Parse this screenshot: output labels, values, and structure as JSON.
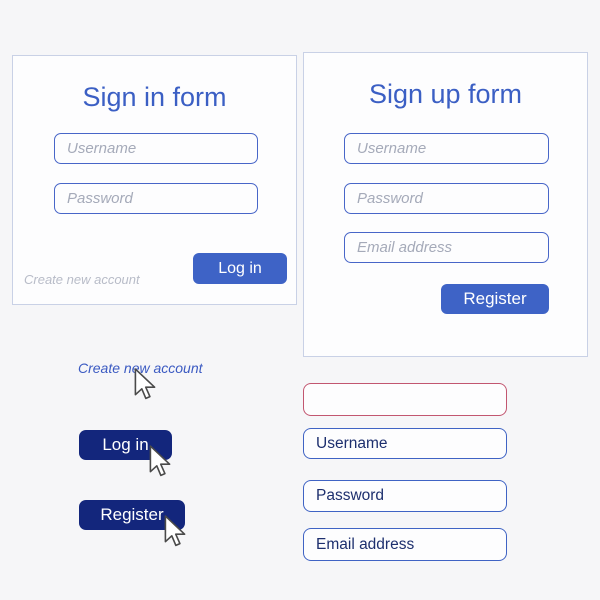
{
  "colors": {
    "title_blue": "#3b5fc4",
    "accent_blue": "#3e63c6",
    "input_border_blue": "#4866c8",
    "dark_navy": "#13267c",
    "error_red": "#c25670",
    "link_blue": "#3b5ac2",
    "muted_gray": "#b8bcc8",
    "background": "#f6f6f8"
  },
  "icons": {
    "cursor": "arrow-pointer-icon"
  },
  "sign_in_card": {
    "title": "Sign in form",
    "fields": [
      {
        "placeholder": "Username",
        "value": ""
      },
      {
        "placeholder": "Password",
        "value": ""
      }
    ],
    "link_label": "Create new account",
    "button_label": "Log in"
  },
  "sign_up_card": {
    "title": "Sign up form",
    "fields": [
      {
        "placeholder": "Username",
        "value": ""
      },
      {
        "placeholder": "Password",
        "value": ""
      },
      {
        "placeholder": "Email address",
        "value": ""
      }
    ],
    "button_label": "Register"
  },
  "components_left": {
    "link_label": "Create new account",
    "login_button_label": "Log in",
    "register_button_label": "Register"
  },
  "components_right": {
    "error_field_value": "",
    "filled_fields": [
      {
        "value": "Username"
      },
      {
        "value": "Password"
      },
      {
        "value": "Email address"
      }
    ]
  }
}
